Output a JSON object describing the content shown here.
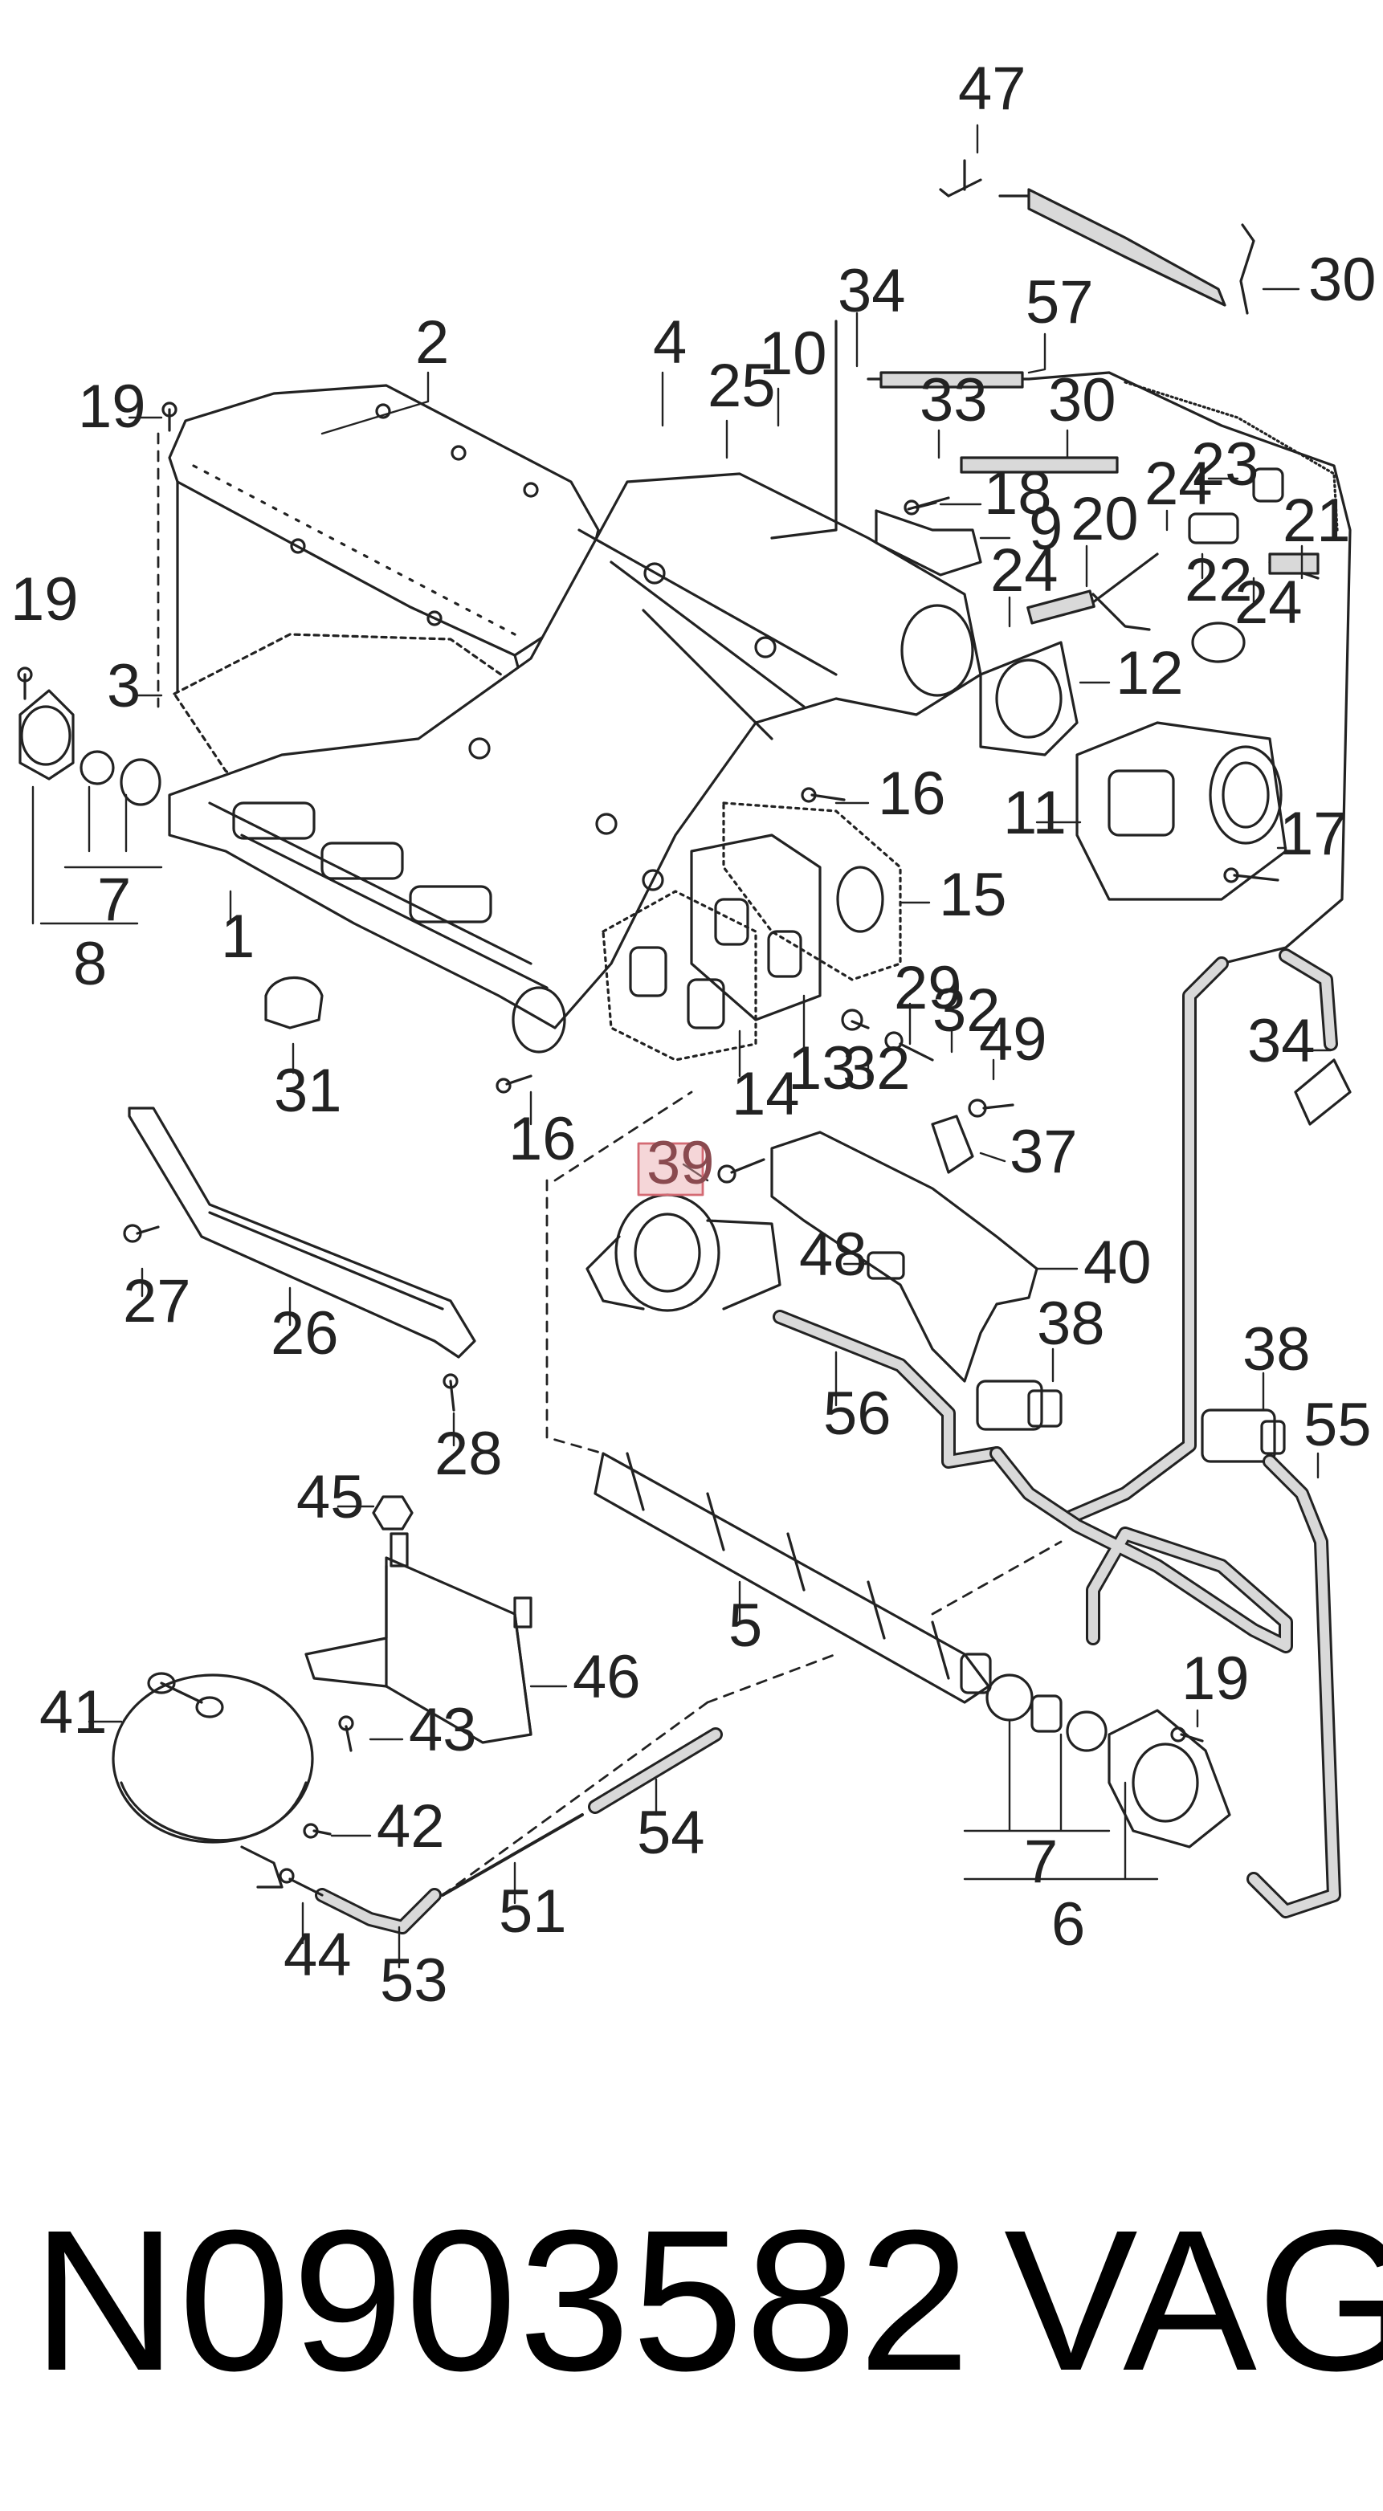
{
  "diagram": {
    "highlight_color": "#e9a3a8",
    "line_color": "#222222",
    "hose_fill": "#d9d9d9",
    "callouts": {
      "c47": "47",
      "c30a": "30",
      "c34a": "34",
      "c57": "57",
      "c2": "2",
      "c4": "4",
      "c25": "25",
      "c10": "10",
      "c33": "33",
      "c30b": "30",
      "c19a": "19",
      "c18": "18",
      "c9": "9",
      "c24a": "24",
      "c23": "23",
      "c21": "21",
      "c20": "20",
      "c22": "22",
      "c24b": "24",
      "c24c": "24",
      "c19b": "19",
      "c3": "3",
      "c12": "12",
      "c16a": "16",
      "c11": "11",
      "c17": "17",
      "c15": "15",
      "c7a": "7",
      "c8": "8",
      "c1": "1",
      "c29": "29",
      "c32a": "32",
      "c32b": "32",
      "c49": "49",
      "c34b": "34",
      "c31": "31",
      "c13": "13",
      "c14": "14",
      "c16b": "16",
      "c39": "39",
      "c37": "37",
      "c48": "48",
      "c40": "40",
      "c27": "27",
      "c26": "26",
      "c38a": "38",
      "c38b": "38",
      "c56": "56",
      "c55": "55",
      "c28": "28",
      "c45": "45",
      "c5": "5",
      "c41": "41",
      "c46": "46",
      "c43": "43",
      "c19c": "19",
      "c42": "42",
      "c54": "54",
      "c7b": "7",
      "c44": "44",
      "c51": "51",
      "c53": "53",
      "c6": "6"
    }
  },
  "footer": {
    "part_number": "N0903582",
    "brand": "VAG"
  }
}
